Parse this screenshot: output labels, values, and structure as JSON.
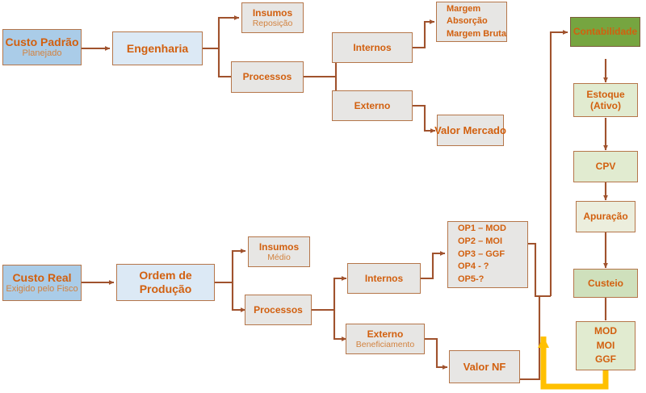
{
  "diagram": {
    "title": "Custo Padrao x Custo Real - fluxo de custeio",
    "colors": {
      "text_orange": "#d2600f",
      "text_orange_light": "#d2823f",
      "connector_brown": "#a0522d",
      "highlight_yellow": "#FFC000",
      "box_gray": "#e7e6e4",
      "box_blue": "#aacce8",
      "box_blue_pale": "#dce9f5",
      "box_green_dark": "#76a540",
      "box_green_medium": "#cfe0bc",
      "box_green_light": "#e1ebd0",
      "box_green_pale": "#eceedd",
      "border_brown": "#b5764a"
    },
    "nodes": {
      "custo_padrao": {
        "title": "Custo Padrão",
        "sub": "Planejado"
      },
      "engenharia": {
        "title": "Engenharia",
        "sub": ""
      },
      "insumos_top": {
        "title": "Insumos",
        "sub": "Reposição"
      },
      "processos_top": {
        "title": "Processos",
        "sub": ""
      },
      "internos_top": {
        "title": "Internos",
        "sub": ""
      },
      "externo_top": {
        "title": "Externo",
        "sub": ""
      },
      "margem": {
        "lines": [
          "Margem",
          "Absorção",
          "Margem Bruta"
        ]
      },
      "valor_mercado": {
        "title": "Valor Mercado",
        "sub": ""
      },
      "custo_real": {
        "title": "Custo Real",
        "sub": "Exigido pelo Fisco"
      },
      "ordem_producao": {
        "line1": "Ordem de",
        "line2": "Produção"
      },
      "insumos_bot": {
        "title": "Insumos",
        "sub": "Médio"
      },
      "processos_bot": {
        "title": "Processos",
        "sub": ""
      },
      "internos_bot": {
        "title": "Internos",
        "sub": ""
      },
      "externo_bot": {
        "title": "Externo",
        "sub": "Beneficiamento"
      },
      "op_list": {
        "lines": [
          "OP1 – MOD",
          "OP2 – MOI",
          "OP3 – GGF",
          "OP4 - ?",
          "OP5-?"
        ]
      },
      "valor_nf": {
        "title": "Valor NF",
        "sub": ""
      },
      "contabilidade": {
        "title": "Contabilidade",
        "sub": ""
      },
      "estoque": {
        "line1": "Estoque",
        "line2": "(Ativo)"
      },
      "cpv": {
        "title": "CPV",
        "sub": ""
      },
      "apuracao": {
        "title": "Apuração",
        "sub": ""
      },
      "custeio": {
        "title": "Custeio",
        "sub": ""
      },
      "mod_moi_ggf": {
        "lines": [
          "MOD",
          "MOI",
          "GGF"
        ]
      }
    }
  }
}
